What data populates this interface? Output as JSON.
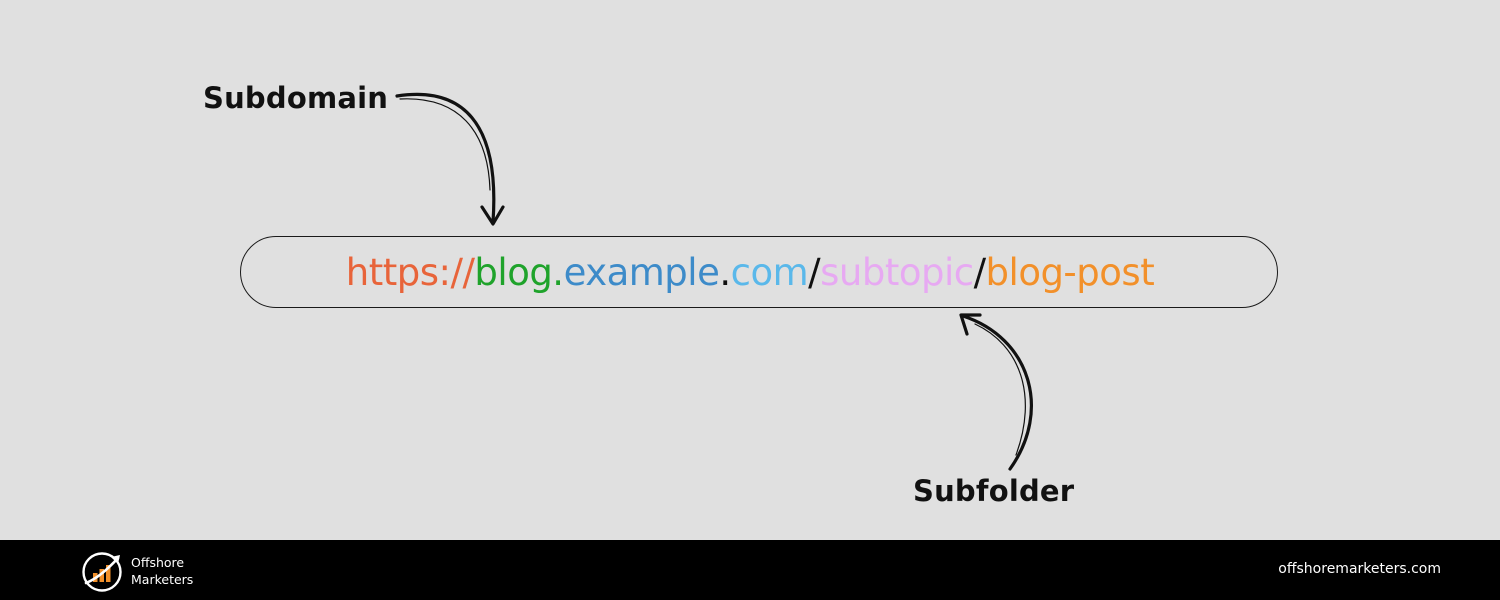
{
  "labels": {
    "subdomain": "Subdomain",
    "subfolder": "Subfolder"
  },
  "url": {
    "segments": [
      {
        "text": "https://",
        "color": "#e8643a"
      },
      {
        "text": "blog.",
        "color": "#1fa32b"
      },
      {
        "text": "example",
        "color": "#3d8bc9"
      },
      {
        "text": ".",
        "color": "#111111"
      },
      {
        "text": "com",
        "color": "#5ab8ea"
      },
      {
        "text": "/",
        "color": "#111111"
      },
      {
        "text": "subtopic",
        "color": "#e7a9f2"
      },
      {
        "text": "/",
        "color": "#111111"
      },
      {
        "text": "blog-post",
        "color": "#f2902a"
      }
    ]
  },
  "footer": {
    "brand_line1": "Offshore",
    "brand_line2": "Marketers",
    "website": "offshoremarketers.com"
  },
  "colors": {
    "background": "#e0e0e0",
    "footer": "#000000",
    "accent_logo": "#f2902a"
  },
  "icons": {
    "logo": "offshore-marketers-logo-icon",
    "arrow_subdomain": "curved-arrow-down-icon",
    "arrow_subfolder": "curved-arrow-up-icon"
  }
}
